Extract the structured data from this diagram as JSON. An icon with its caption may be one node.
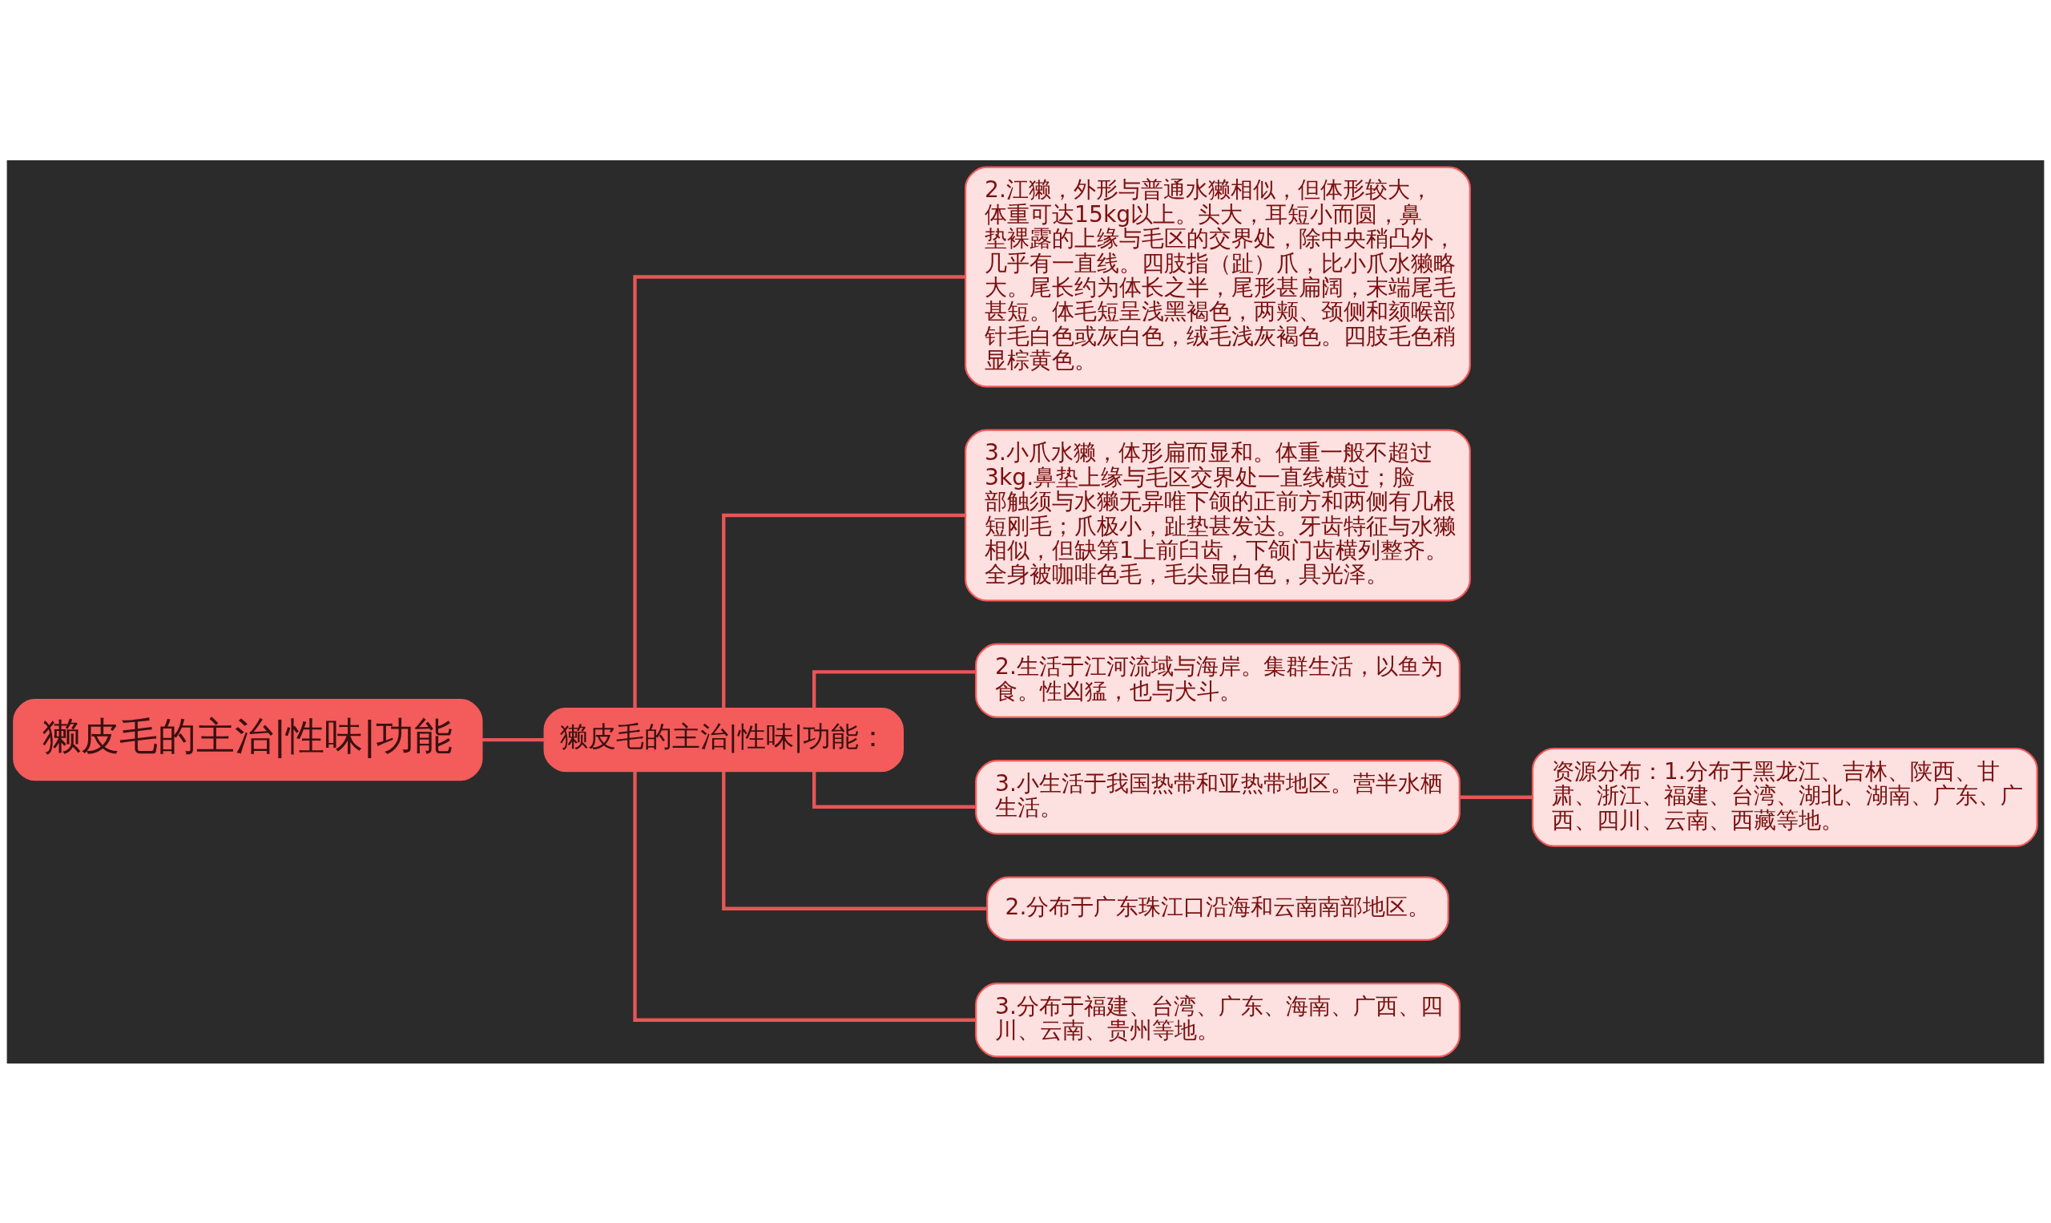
{
  "diagram": {
    "nodes": [
      {
        "text": [
          "獭皮毛的主治|性味|功能"
        ]
      },
      {
        "text": [
          "獭皮毛的主治|性味|功能："
        ]
      },
      {
        "text": [
          "2.江獭，外形与普通水獭相似，但体形较大，体重可达15kg以上。头大，耳短小而圆，鼻垫裸露的上缘与毛区的交界处，除中央稍凸外，几乎有一直线。四肢指（趾）爪，比小爪水獭略大。尾长约为体长之半，尾形甚扁阔，末端尾毛甚短。体毛短呈浅黑褐色，两颊、颈侧和颏喉部针毛白色或灰白色，绒毛浅灰褐色。四肢毛色稍显棕黄色。"
        ]
      },
      {
        "text": [
          "3.小爪水獭，体形扁而显和。体重一般不超过3kg.鼻垫上缘与毛区交界处一直线横过；脸部触须与水獭无异唯下颌的正前方和两侧有几根短刚毛；爪极小，趾垫甚发达。牙齿特征与水獭相似，但缺第1上前臼齿，下颌门齿横列整齐。全身被咖啡色毛，毛尖显白色，具光泽。"
        ]
      },
      {
        "text": [
          "2.生活于江河流域与海岸。集群生活，以鱼为食。性凶猛，也与犬斗。"
        ]
      },
      {
        "text": [
          "3.小生活于我国热带和亚热带地区。营半水栖生活。"
        ]
      },
      {
        "text": [
          "2.分布于广东珠江口沿海和云南南部地区。"
        ]
      },
      {
        "text": [
          "3.分布于福建、台湾、广东、海南、广西、四川、云南、贵州等地。"
        ]
      },
      {
        "text": [
          "资源分布：1.分布于黑龙江、吉林、陕西、甘肃、浙江、福建、台湾、湖北、湖南、广东、广西、四川、云南、西藏等地。"
        ]
      }
    ],
    "edges": [
      {
        "from": 0,
        "to": 1,
        "arrow": "none"
      },
      {
        "from": 1,
        "to": 2,
        "arrow": "none"
      },
      {
        "from": 1,
        "to": 3,
        "arrow": "none"
      },
      {
        "from": 1,
        "to": 4,
        "arrow": "none"
      },
      {
        "from": 1,
        "to": 5,
        "arrow": "none"
      },
      {
        "from": 1,
        "to": 6,
        "arrow": "none"
      },
      {
        "from": 1,
        "to": 7,
        "arrow": "none"
      },
      {
        "from": 5,
        "to": 8,
        "arrow": "none"
      }
    ]
  }
}
